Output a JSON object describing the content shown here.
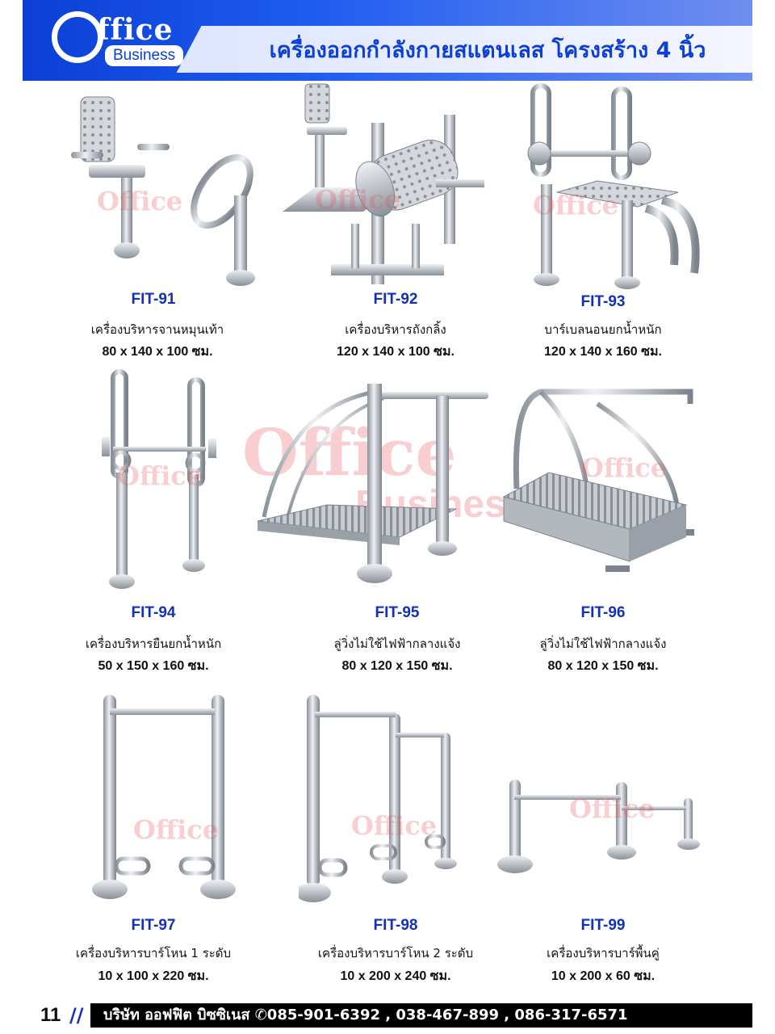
{
  "header": {
    "logo_main": "ffice",
    "logo_sub": "Business",
    "title": "เครื่องออกกำลังกายสแตนเลส โครงสร้าง 4 นิ้ว"
  },
  "watermark": {
    "word1": "Office",
    "word2": "Business"
  },
  "products": [
    {
      "code": "FIT-91",
      "name": "เครื่องบริหารจานหมุนเท้า",
      "size": "80 x 140 x 100 ซม."
    },
    {
      "code": "FIT-92",
      "name": "เครื่องบริหารถังกลิ้ง",
      "size": "120 x 140 x 100 ซม."
    },
    {
      "code": "FIT-93",
      "name": "บาร์เบลนอนยกน้ำหนัก",
      "size": "120 x 140 x 160 ซม."
    },
    {
      "code": "FIT-94",
      "name": "เครื่องบริหารยืนยกน้ำหนัก",
      "size": "50 x 150 x 160 ซม."
    },
    {
      "code": "FIT-95",
      "name": "ลู่วิ่งไม่ใช้ไฟฟ้ากลางแจ้ง",
      "size": "80 x 120 x 150 ซม."
    },
    {
      "code": "FIT-96",
      "name": "ลู่วิ่งไม่ใช้ไฟฟ้ากลางแจ้ง",
      "size": "80 x 120 x 150 ซม."
    },
    {
      "code": "FIT-97",
      "name": "เครื่องบริหารบาร์โหน 1 ระดับ",
      "size": "10 x 100 x 220 ซม."
    },
    {
      "code": "FIT-98",
      "name": "เครื่องบริหารบาร์โหน 2 ระดับ",
      "size": "10 x 200 x 240 ซม."
    },
    {
      "code": "FIT-99",
      "name": "เครื่องบริหารบาร์พื้นคู่",
      "size": "10 x 200 x 60 ซม."
    }
  ],
  "footer": {
    "page": "11",
    "contact": "บริษัท ออฟฟิต บิซซิเนส ✆085-901-6392 , 038-467-899 , 086-317-6571"
  },
  "colors": {
    "brand_blue": "#0b3fd6",
    "code_blue": "#1330b8",
    "metal": "#b9bfc6"
  }
}
